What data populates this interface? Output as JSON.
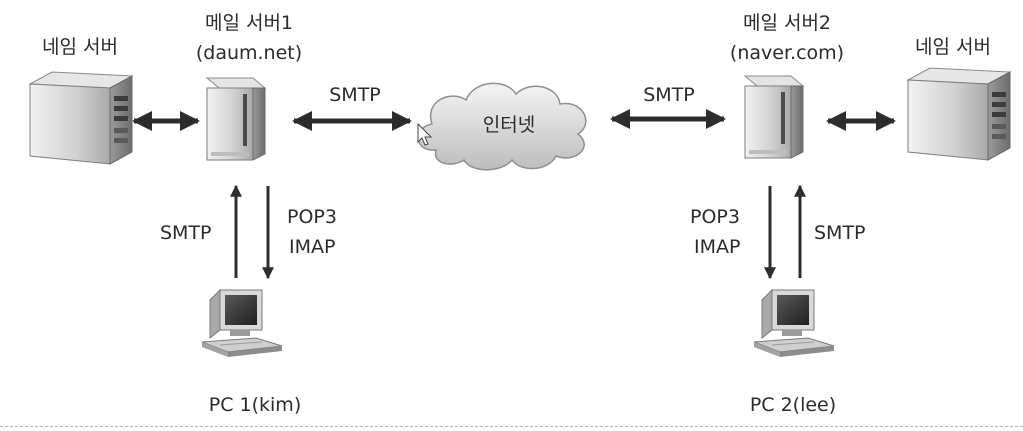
{
  "nodes": {
    "name_server_left": {
      "label": "네임 서버"
    },
    "mail_server_1": {
      "label": "메일 서버1",
      "domain": "(daum.net)"
    },
    "internet": {
      "label": "인터넷"
    },
    "mail_server_2": {
      "label": "메일 서버2",
      "domain": "(naver.com)"
    },
    "name_server_right": {
      "label": "네임 서버"
    },
    "pc_1": {
      "label": "PC 1(kim)"
    },
    "pc_2": {
      "label": "PC 2(lee)"
    }
  },
  "edges": {
    "server1_to_internet": {
      "protocol": "SMTP"
    },
    "internet_to_server2": {
      "protocol": "SMTP"
    },
    "pc1_to_server1": {
      "protocol": "SMTP"
    },
    "server1_to_pc1": {
      "protocols": [
        "POP3",
        "IMAP"
      ]
    },
    "server2_to_pc2": {
      "protocols": [
        "POP3",
        "IMAP"
      ]
    },
    "pc2_to_server2": {
      "protocol": "SMTP"
    }
  }
}
